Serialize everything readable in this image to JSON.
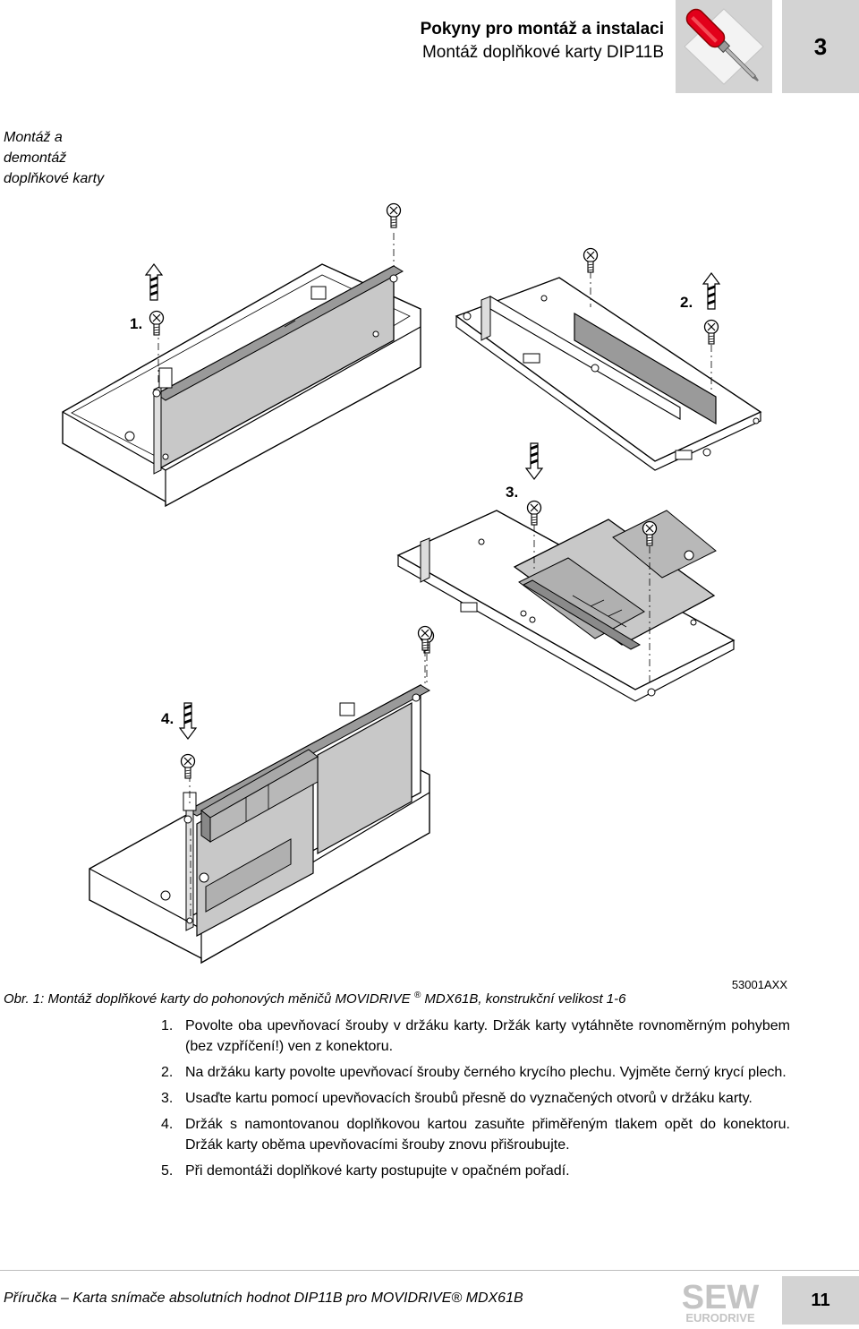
{
  "header": {
    "title": "Pokyny pro montáž a instalaci",
    "subtitle": "Montáž doplňkové karty DIP11B",
    "chapter": "3",
    "icon": "screwdriver-icon"
  },
  "side_heading": {
    "line1": "Montáž a",
    "line2": "demontáž",
    "line3": "doplňkové karty"
  },
  "figure": {
    "step_labels": [
      "1.",
      "2.",
      "3.",
      "4."
    ],
    "code": "53001AXX",
    "caption_prefix": "Obr. 1: Montáž doplňkové karty do pohonových měničů MOVIDRIVE",
    "caption_reg": "®",
    "caption_suffix": " MDX61B, konstrukční velikost 1-6"
  },
  "steps": [
    {
      "num": "1.",
      "text": "Povolte oba upevňovací šrouby v držáku karty. Držák karty vytáhněte rovnoměrným pohybem (bez vzpříčení!) ven z konektoru."
    },
    {
      "num": "2.",
      "text": "Na držáku karty povolte upevňovací šrouby černého krycího plechu. Vyjměte černý krycí plech."
    },
    {
      "num": "3.",
      "text": "Usaďte kartu pomocí upevňovacích šroubů přesně do vyznačených otvorů v držáku karty."
    },
    {
      "num": "4.",
      "text": "Držák s namontovanou doplňkovou kartou zasuňte přiměřeným tlakem opět do konektoru. Držák karty oběma upevňovacími šrouby znovu přišroubujte."
    },
    {
      "num": "5.",
      "text": "Při demontáži doplňkové karty postupujte v opačném pořadí."
    }
  ],
  "footer": {
    "text": "Příručka – Karta snímače absolutních hodnot DIP11B pro MOVIDRIVE® MDX61B",
    "page": "11",
    "logo_main": "SEW",
    "logo_sub": "EURODRIVE"
  }
}
